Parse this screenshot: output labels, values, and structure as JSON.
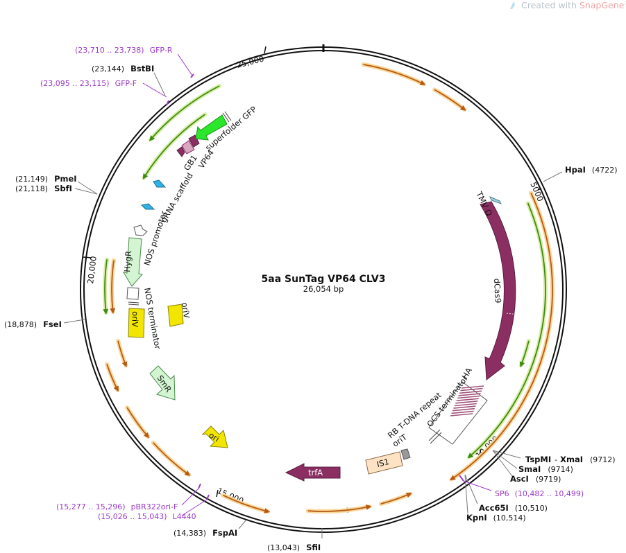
{
  "watermark": {
    "text": "Created with ",
    "brand": "SnapGene",
    "reg": "®"
  },
  "plasmid": {
    "name": "5aa SunTag VP64 CLV3",
    "size": "26,054 bp"
  },
  "ticks": [
    "5000",
    "10,000",
    "15,000",
    "20,000",
    "25,000"
  ],
  "sites": [
    {
      "name": "HpaI",
      "pos": "(4722)"
    },
    {
      "name": "TspMI",
      "pos": "(9712)",
      "name2": "XmaI"
    },
    {
      "name": "SmaI",
      "pos": "(9714)"
    },
    {
      "name": "AscI",
      "pos": "(9719)"
    },
    {
      "name": "Acc65I",
      "pos": "(10,510)"
    },
    {
      "name": "KpnI",
      "pos": "(10,514)"
    },
    {
      "name": "SfiI",
      "pos": "(13,043)"
    },
    {
      "name": "FspAI",
      "pos": "(14,383)"
    },
    {
      "name": "FseI",
      "pos": "(18,878)"
    },
    {
      "name": "SbfI",
      "pos": "(21,118)"
    },
    {
      "name": "PmeI",
      "pos": "(21,149)"
    },
    {
      "name": "BstBI",
      "pos": "(23,144)"
    }
  ],
  "primers": [
    {
      "name": "SP6",
      "pos": "(10,482 .. 10,499)"
    },
    {
      "name": "L4440",
      "pos": "(15,026 .. 15,043)"
    },
    {
      "name": "pBR322ori-F",
      "pos": "(15,277 .. 15,296)"
    },
    {
      "name": "GFP-F",
      "pos": "(23,095 .. 23,115)"
    },
    {
      "name": "GFP-R",
      "pos": "(23,710 .. 23,738)"
    }
  ],
  "features": {
    "tmv": "TMV Ω",
    "dcas9": "dCas9",
    "ha": "HA",
    "ocs": "OCS terminator",
    "rb": "RB T-DNA repeat",
    "orit": "oriT",
    "is1": "IS1",
    "trfa": "trfA",
    "ori": "ori",
    "smr": "SmR",
    "oriv1": "oriV",
    "oriv2": "oriV",
    "nos_term": "NOS terminator",
    "hygr": "HygR",
    "nos_prom": "NOS promoter",
    "grna": "gRNA scaffold",
    "gb1": "GB1",
    "vp64": "VP64",
    "sfgfp": "superfolder GFP"
  },
  "colors": {
    "dcas9": "#8b2f63",
    "orf_green": "#5a9e1d",
    "orf_orange": "#c0621a",
    "gfp": "#2be62b",
    "yellow": "#f2e600",
    "is1": "#fde2c4",
    "pale_green": "#d3f5d1",
    "primer": "#9b3ac9",
    "cyan": "#2fb2e6"
  }
}
